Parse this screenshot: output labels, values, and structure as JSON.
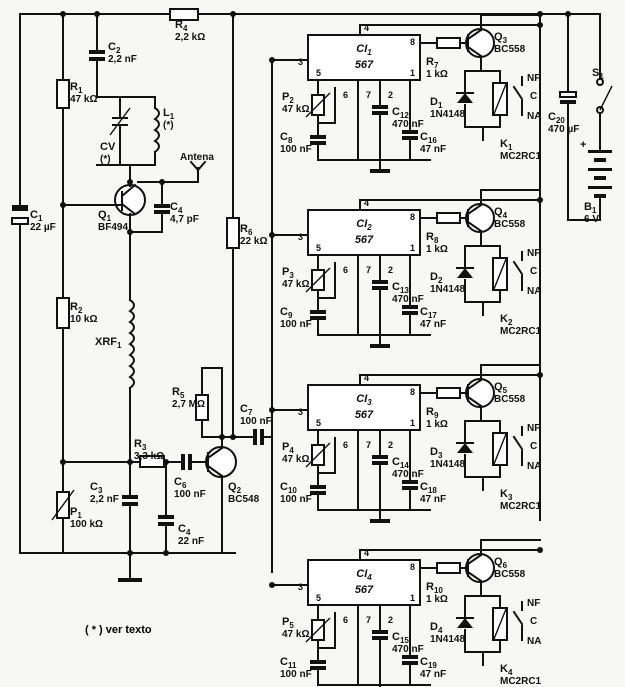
{
  "footnote": "( * ) ver texto",
  "antenna_label": "Antena",
  "rf_section": {
    "C1": [
      "C1",
      "22 µF"
    ],
    "C2": [
      "C2",
      "2,2 nF"
    ],
    "R1": [
      "R1",
      "47 kΩ"
    ],
    "L1": [
      "L1",
      "(*)"
    ],
    "CV": [
      "CV",
      "(*)"
    ],
    "R4": [
      "R4",
      "2,2 kΩ"
    ],
    "Q1": [
      "Q1",
      "BF494"
    ],
    "C4a": [
      "C4",
      "4,7 pF"
    ],
    "R6": [
      "R6",
      "22 kΩ"
    ],
    "R2": [
      "R2",
      "10 kΩ"
    ],
    "XRF1": [
      "XRF1",
      ""
    ],
    "R5": [
      "R5",
      "2,7 MΩ"
    ],
    "C7": [
      "C7",
      "100 nF"
    ],
    "R3": [
      "R3",
      "3,3 kΩ"
    ],
    "C6": [
      "C6",
      "100 nF"
    ],
    "Q2": [
      "Q2",
      "BC548"
    ],
    "C3": [
      "C3",
      "2,2 nF"
    ],
    "C4b": [
      "C4",
      "22 nF"
    ],
    "P1": [
      "P1",
      "100 kΩ"
    ]
  },
  "supply": {
    "C20": [
      "C20",
      "470 µF"
    ],
    "S1": "S1",
    "B1": [
      "B1",
      "6 V"
    ],
    "plus": "+"
  },
  "channels": [
    {
      "ic": "CI1",
      "ic_type": "567",
      "P": [
        "P2",
        "47 kΩ"
      ],
      "C8": [
        "C8",
        "100 nF"
      ],
      "C12": [
        "C12",
        "470 nF"
      ],
      "C16": [
        "C16",
        "47 nF"
      ],
      "R": [
        "R7",
        "1 kΩ"
      ],
      "Q": [
        "Q3",
        "BC558"
      ],
      "D": [
        "D1",
        "1N4148"
      ],
      "K": [
        "K1",
        "MC2RC1"
      ]
    },
    {
      "ic": "CI2",
      "ic_type": "567",
      "P": [
        "P3",
        "47 kΩ"
      ],
      "C8": [
        "C9",
        "100 nF"
      ],
      "C12": [
        "C13",
        "470 nF"
      ],
      "C16": [
        "C17",
        "47 nF"
      ],
      "R": [
        "R8",
        "1 kΩ"
      ],
      "Q": [
        "Q4",
        "BC558"
      ],
      "D": [
        "D2",
        "1N4148"
      ],
      "K": [
        "K2",
        "MC2RC1"
      ]
    },
    {
      "ic": "CI3",
      "ic_type": "567",
      "P": [
        "P4",
        "47 kΩ"
      ],
      "C8": [
        "C10",
        "100 nF"
      ],
      "C12": [
        "C14",
        "470 nF"
      ],
      "C16": [
        "C18",
        "47 nF"
      ],
      "R": [
        "R9",
        "1 kΩ"
      ],
      "Q": [
        "Q5",
        "BC558"
      ],
      "D": [
        "D3",
        "1N4148"
      ],
      "K": [
        "K3",
        "MC2RC1"
      ]
    },
    {
      "ic": "CI4",
      "ic_type": "567",
      "P": [
        "P5",
        "47 kΩ"
      ],
      "C8": [
        "C11",
        "100 nF"
      ],
      "C12": [
        "C15",
        "470 nF"
      ],
      "C16": [
        "C19",
        "47 nF"
      ],
      "R": [
        "R10",
        "1 kΩ"
      ],
      "Q": [
        "Q6",
        "BC558"
      ],
      "D": [
        "D4",
        "1N4148"
      ],
      "K": [
        "K4",
        "MC2RC1"
      ]
    }
  ],
  "ic_pins": [
    "4",
    "8",
    "3",
    "5",
    "6",
    "7",
    "2",
    "1"
  ],
  "relay_contacts": [
    "NF",
    "C",
    "NA"
  ]
}
